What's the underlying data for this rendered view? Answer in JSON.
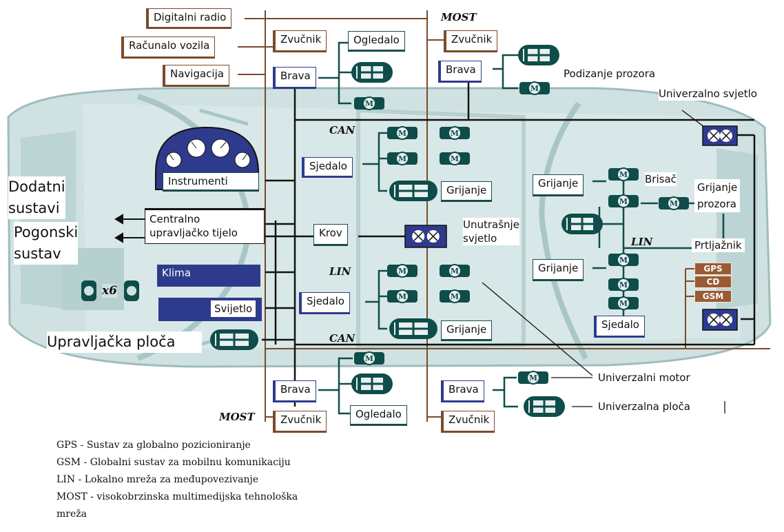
{
  "labels": {
    "digital_radio": "Digitalni radio",
    "vehicle_computer": "Računalo vozila",
    "navigation": "Navigacija",
    "speaker": "Zvučnik",
    "mirror": "Ogledalo",
    "lock": "Brava",
    "window_lift": "Podizanje prozora",
    "universal_light": "Univerzalno svjetlo",
    "seat": "Sjedalo",
    "heating": "Grijanje",
    "wiper": "Brisač",
    "window_heating": "Grijanje\nprozora",
    "instruments": "Instrumenti",
    "central_body": "Centralno\nupravljačko tijelo",
    "roof": "Krov",
    "interior_light": "Unutrašnje\nsvjetlo",
    "trunk": "Prtljažnik",
    "climate": "Klima",
    "light": "Svijetlo",
    "additional_systems": "Dodatni\nsustavi",
    "drive_system": "Pogonski\nsustav",
    "control_panel": "Upravljačka ploča",
    "universal_motor": "Univerzalni motor",
    "universal_board": "Univerzalna ploča",
    "x6": "x6"
  },
  "buses": {
    "most": "MOST",
    "can": "CAN",
    "lin": "LIN"
  },
  "media": {
    "gps": "GPS",
    "cd": "CD",
    "gsm": "GSM"
  },
  "legend": [
    "GPS - Sustav za globalno pozicioniranje",
    "GSM - Globalni sustav za mobilnu komunikaciju",
    "LIN - Lokalno mreža za međupovezivanje",
    "MOST - visokobrzinska multimedijska tehnološka",
    "mreža"
  ],
  "colors": {
    "bus_teal": "#0e4d4a",
    "ecu_navy": "#2e3b8c",
    "most_brown": "#7a4a2c",
    "car_bg": "#c7dcdc"
  }
}
